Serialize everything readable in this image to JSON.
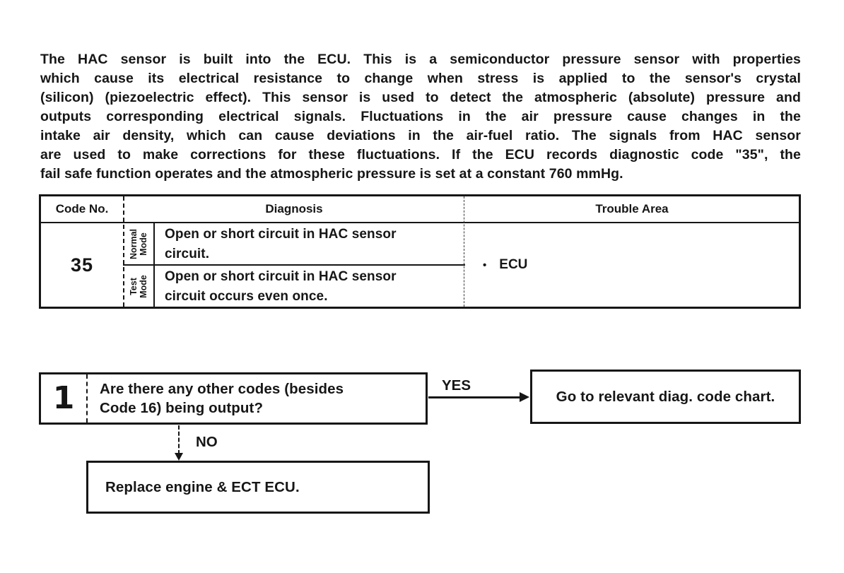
{
  "colors": {
    "ink": "#161616",
    "paper": "#ffffff"
  },
  "intro": {
    "lines": [
      "The HAC sensor is built into the ECU.  This is a semiconductor pressure sensor with properties",
      "which cause its electrical resistance to change when stress is applied to the sensor's crystal",
      "(silicon) (piezoelectric effect).  This sensor is used to detect the atmospheric (absolute) pressure and",
      "outputs corresponding electrical signals.  Fluctuations in the air pressure cause changes in the",
      "intake air density, which can cause deviations in the air-fuel ratio.  The signals from HAC sensor",
      "are used to make corrections for these fluctuations.  If the ECU records diagnostic code \"35\", the",
      "fail safe function operates and the atmospheric pressure is set at a constant 760 mmHg."
    ]
  },
  "table": {
    "header": {
      "code_no": "Code No.",
      "diagnosis": "Diagnosis",
      "trouble_area": "Trouble Area"
    },
    "code_no": "35",
    "rows": [
      {
        "mode": [
          "Normal",
          "Mode"
        ],
        "lines": [
          "Open or short circuit in HAC sensor",
          "circuit."
        ]
      },
      {
        "mode": [
          "Test",
          "Mode"
        ],
        "lines": [
          "Open or short circuit in HAC sensor",
          "circuit occurs even once."
        ]
      }
    ],
    "trouble": {
      "bullet": "•",
      "label": "ECU"
    }
  },
  "flowchart": {
    "step": {
      "number": "1",
      "question_lines": [
        "Are there any other codes (besides",
        "Code 16) being output?"
      ]
    },
    "yes": {
      "label": "YES",
      "action": "Go to relevant diag. code chart."
    },
    "no": {
      "label": "NO",
      "action": "Replace engine & ECT ECU."
    }
  }
}
